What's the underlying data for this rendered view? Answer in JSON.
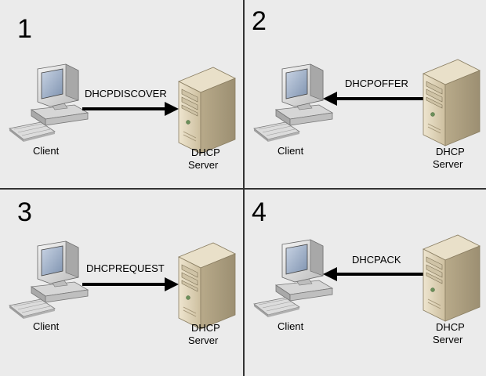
{
  "colors": {
    "background": "#ebebeb",
    "divider": "#333333",
    "arrow": "#000000",
    "server_body": "#d8ccae",
    "server_shade": "#b3a586",
    "monitor_screen": "#9fb0c8"
  },
  "panels": [
    {
      "number": "1",
      "message": "DHCPDISCOVER",
      "direction": "client-to-server",
      "client_label": "Client",
      "server_label_line1": "DHCP",
      "server_label_line2": "Server"
    },
    {
      "number": "2",
      "message": "DHCPOFFER",
      "direction": "server-to-client",
      "client_label": "Client",
      "server_label_line1": "DHCP",
      "server_label_line2": "Server"
    },
    {
      "number": "3",
      "message": "DHCPREQUEST",
      "direction": "client-to-server",
      "client_label": "Client",
      "server_label_line1": "DHCP",
      "server_label_line2": "Server"
    },
    {
      "number": "4",
      "message": "DHCPACK",
      "direction": "server-to-client",
      "client_label": "Client",
      "server_label_line1": "DHCP",
      "server_label_line2": "Server"
    }
  ]
}
